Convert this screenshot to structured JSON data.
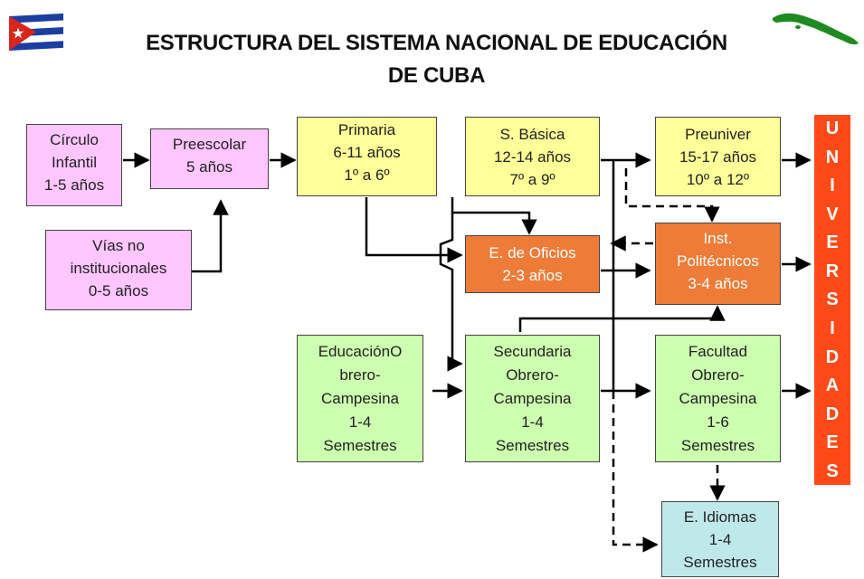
{
  "title": {
    "line1": "ESTRUCTURA DEL SISTEMA NACIONAL DE EDUCACIÓN",
    "line2": "DE CUBA"
  },
  "boxes": {
    "circulo": [
      "Círculo",
      "Infantil",
      "1-5 años"
    ],
    "preescolar": [
      "Preescolar",
      "5 años"
    ],
    "vias": [
      "Vías no",
      "institucionales",
      "0-5 años"
    ],
    "primaria": [
      "Primaria",
      "6-11 años",
      "1º a 6º"
    ],
    "basica": [
      "S. Básica",
      "12-14 años",
      "7º a 9º"
    ],
    "preuniver": [
      "Preuniver",
      "15-17 años",
      "10º a 12º"
    ],
    "oficios": [
      "E. de Oficios",
      "2-3 años"
    ],
    "politecnicos": [
      "Inst.",
      "Politécnicos",
      "3-4 años"
    ],
    "edu_obrero": [
      "EducaciónO",
      "brero-",
      "Campesina",
      "1-4",
      "Semestres"
    ],
    "sec_obrero": [
      "Secundaria",
      "Obrero-",
      "Campesina",
      "1-4",
      "Semestres"
    ],
    "facultad": [
      "Facultad",
      "Obrero-",
      "Campesina",
      "1-6",
      "Semestres"
    ],
    "idiomas": [
      "E. Idiomas",
      "1-4",
      "Semestres"
    ]
  },
  "universidades": [
    "U",
    "N",
    "I",
    "V",
    "E",
    "R",
    "S",
    "I",
    "D",
    "A",
    "D",
    "E",
    "S"
  ],
  "colors": {
    "pink": "#ffc6ff",
    "yellow": "#ffff99",
    "orange": "#ee7b38",
    "green": "#ccffb0",
    "blue": "#bfe8ea",
    "universidades": "#ff4a18"
  }
}
